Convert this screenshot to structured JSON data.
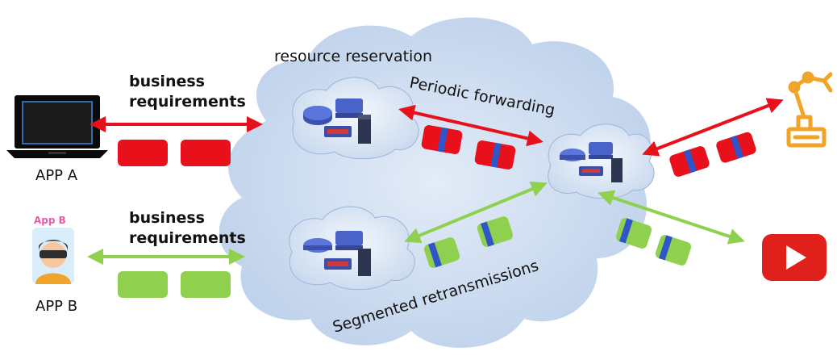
{
  "labels": {
    "resource_reservation": "resource reservation",
    "periodic_forwarding": "Periodic forwarding",
    "segmented_retransmissions": "Segmented retransmissions",
    "business_req_a_line1": "business",
    "business_req_a_line2": "requirements",
    "business_req_b_line1": "business",
    "business_req_b_line2": "requirements",
    "app_a": "APP A",
    "app_b": "APP B",
    "app_b_badge": "App B"
  },
  "colors": {
    "red": "#e8101a",
    "green": "#8fd14f",
    "blue_stripe": "#2f55c8",
    "cloud_fill": "#c8d9ef",
    "robot_orange": "#f0a52a",
    "youtube_red": "#e0201a"
  },
  "icons": {
    "laptop": "laptop-icon",
    "vr_user": "vr-user-icon",
    "robot_arm": "robot-arm-icon",
    "video_player": "video-play-icon",
    "switch_cluster": "network-switch-icon"
  }
}
